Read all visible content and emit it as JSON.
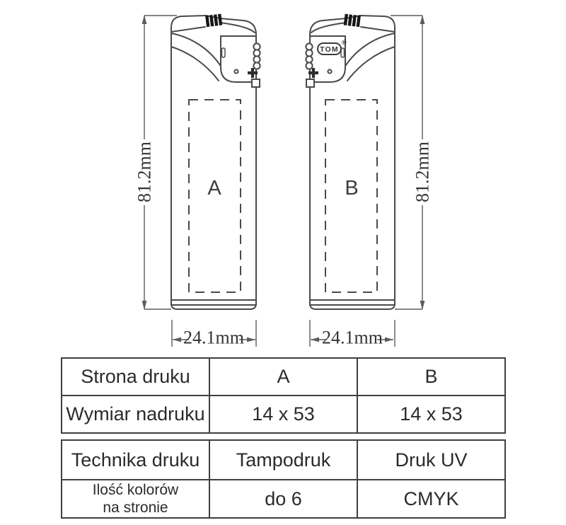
{
  "diagram": {
    "dim_height_left": "81.2mm",
    "dim_height_right": "81.2mm",
    "dim_width_left": "24.1mm",
    "dim_width_right": "24.1mm",
    "print_area_a_label": "A",
    "print_area_b_label": "B",
    "brand_text": "TOM",
    "brand_reg_mark": "®"
  },
  "spec_table_top": {
    "rows": [
      {
        "header": "Strona druku",
        "col_a": "A",
        "col_b": "B"
      },
      {
        "header": "Wymiar nadruku",
        "col_a": "14 x 53",
        "col_b": "14 x 53"
      }
    ]
  },
  "spec_table_bottom": {
    "rows": [
      {
        "header": "Technika druku",
        "col_a": "Tampodruk",
        "col_b": "Druk UV"
      },
      {
        "header_line1": "Ilość kolorów",
        "header_line2": "na stronie",
        "col_a": "do 6",
        "col_b": "CMYK"
      }
    ]
  },
  "colors": {
    "line": "#4a4a4a",
    "table_border": "#3f3f3f",
    "text": "#2b2b2b"
  }
}
